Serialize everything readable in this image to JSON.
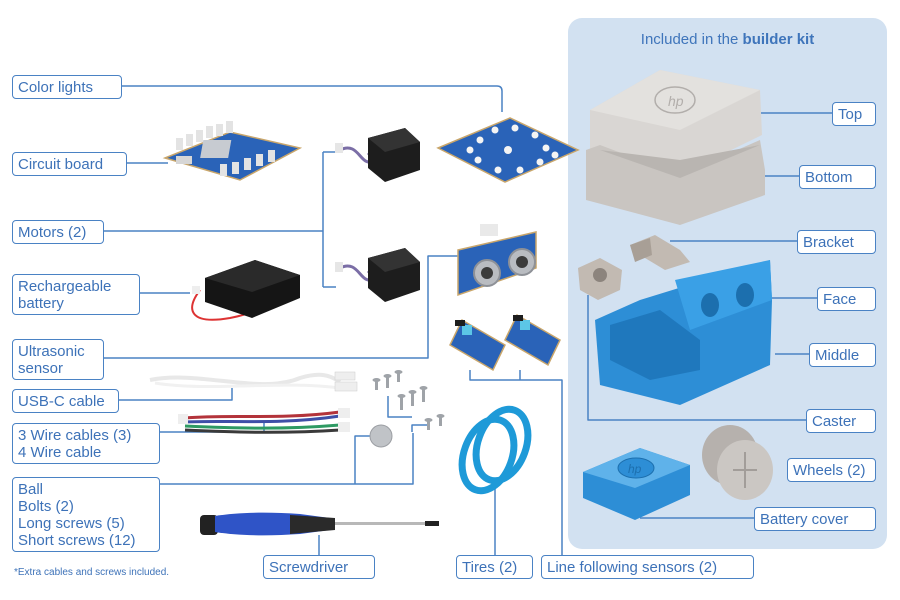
{
  "panel": {
    "title_prefix": "Included in the",
    "title_bold": "builder kit"
  },
  "labels_left": {
    "color_lights": "Color lights",
    "circuit_board": "Circuit board",
    "motors": "Motors (2)",
    "battery_line1": "Rechargeable",
    "battery_line2": "battery",
    "ultrasonic_line1": "Ultrasonic",
    "ultrasonic_line2": "sensor",
    "usb_c_cable": "USB-C cable",
    "wire_cables_line1": "3 Wire cables (3)",
    "wire_cables_line2": "4 Wire cable",
    "hardware_line1": "Ball",
    "hardware_line2": "Bolts (2)",
    "hardware_line3": "Long screws (5)",
    "hardware_line4": "Short screws (12)"
  },
  "labels_bottom": {
    "screwdriver": "Screwdriver",
    "tires": "Tires (2)",
    "line_sensors": "Line following sensors (2)"
  },
  "labels_kit": {
    "top": "Top",
    "bottom": "Bottom",
    "bracket": "Bracket",
    "face": "Face",
    "middle": "Middle",
    "caster": "Caster",
    "wheels": "Wheels (2)",
    "battery_cover": "Battery cover"
  },
  "footnote": "*Extra cables and screws included.",
  "colors": {
    "accent": "#4a82c4",
    "label_text": "#3d72b8",
    "panel_bg": "#d2e1f1",
    "part_blue": "#2f8fd6",
    "part_gray": "#cfcac6"
  }
}
